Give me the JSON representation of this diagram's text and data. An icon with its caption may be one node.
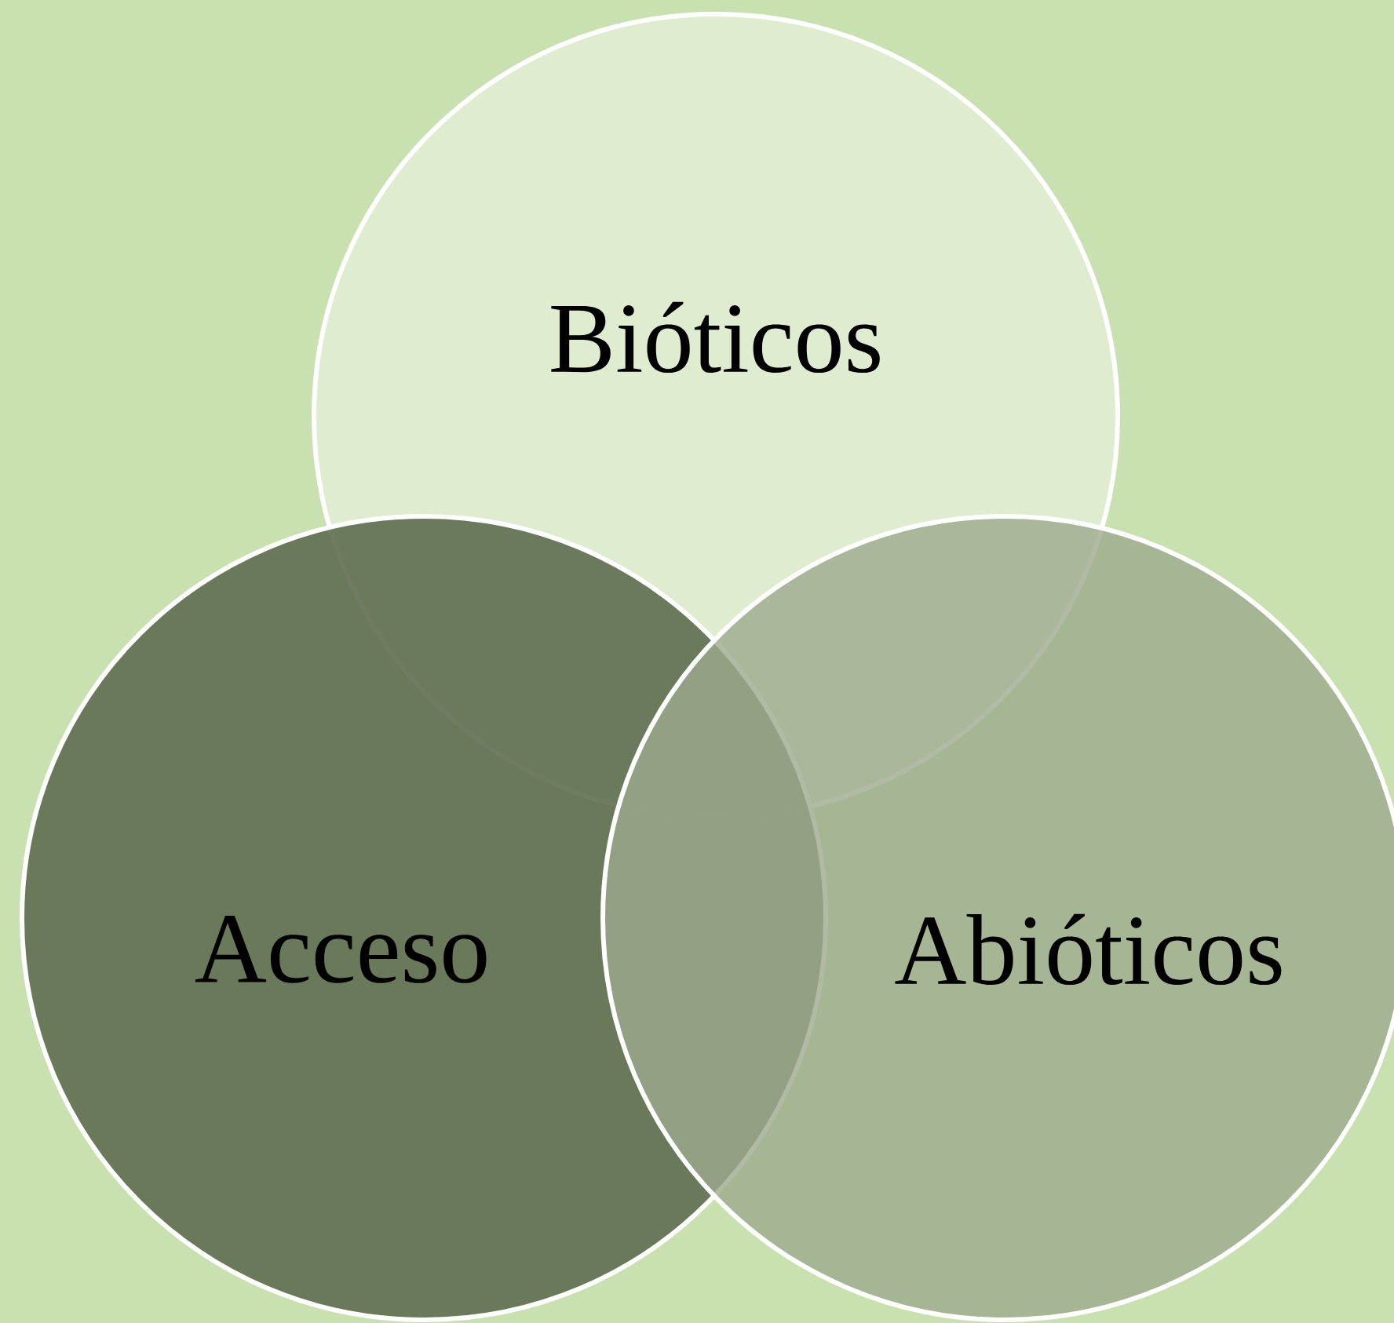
{
  "diagram": {
    "nodes": [
      {
        "text": [
          "Bióticos"
        ]
      },
      {
        "text": [
          "Acceso"
        ]
      },
      {
        "text": [
          "Abióticos"
        ]
      }
    ]
  }
}
